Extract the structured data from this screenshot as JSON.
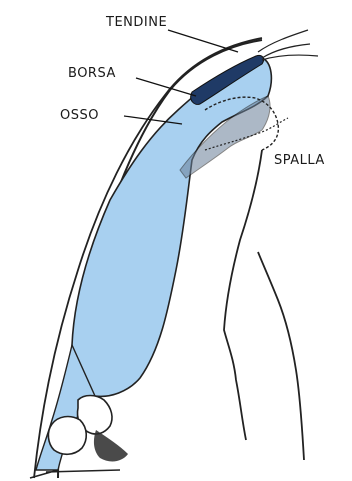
{
  "labels": {
    "tendon": "TENDINE",
    "bursa": "BORSA",
    "bone": "OSSO",
    "shoulder": "SPALLA"
  },
  "colors": {
    "muscle": "#a8d0f0",
    "tendon": "#1f3a66",
    "outline": "#222222",
    "background": "#ffffff"
  }
}
